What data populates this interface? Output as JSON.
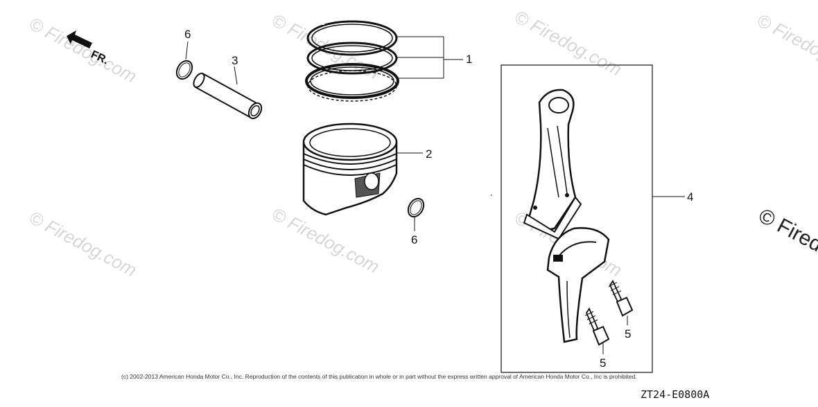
{
  "direction_label": "FR.",
  "callouts": {
    "piston_rings": "1",
    "piston": "2",
    "piston_pin": "3",
    "connecting_rod_set": "4",
    "rod_bolt_right": "5",
    "rod_bolt_left": "5",
    "pin_clip_top": "6",
    "pin_clip_bottom": "6"
  },
  "watermark": "© Firedog.com",
  "copyright": "(c) 2002-2013 American Honda Motor Co., Inc. Reproduction of the contents of this publication in whole or in part without the express written approval of American Honda Motor Co., Inc is prohibited.",
  "diagram_code": "ZT24-E0800A"
}
